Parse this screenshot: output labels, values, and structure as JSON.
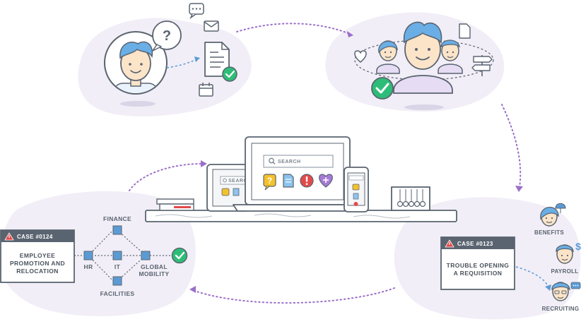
{
  "cases": {
    "left": {
      "number": "CASE #0124",
      "line1": "EMPLOYEE",
      "line2": "PROMOTION AND",
      "line3": "RELOCATION"
    },
    "right": {
      "number": "CASE #0123",
      "line1": "TROUBLE OPENING",
      "line2": "A REQUISITION"
    }
  },
  "routing": {
    "finance": "FINANCE",
    "hr": "HR",
    "it": "IT",
    "global_line1": "GLOBAL",
    "global_line2": "MOBILITY",
    "facilities": "FACILITIES"
  },
  "devices": {
    "search_laptop": "SEARCH",
    "search_tablet": "SEARC"
  },
  "service_teams": {
    "benefits": "BENEFITS",
    "payroll": "PAYROLL",
    "recruiting": "RECRUITING"
  },
  "colors": {
    "blob": "#f1eef7",
    "accent_purple": "#9b6fc9",
    "node_blue": "#5b9bd5",
    "check_green": "#2ebd78",
    "alert_red": "#e34a4a",
    "question_yellow": "#f4c12a",
    "outline": "#5a6470",
    "face": "#fbe4c8",
    "hair": "#6aaee6"
  },
  "icons": [
    "question-bubble-icon",
    "chat-icon",
    "mail-icon",
    "document-icon",
    "calendar-icon",
    "heart-icon",
    "signpost-icon",
    "check-icon",
    "alert-icon",
    "search-icon",
    "plus-heart-icon",
    "dollar-icon",
    "umbrella-icon"
  ]
}
